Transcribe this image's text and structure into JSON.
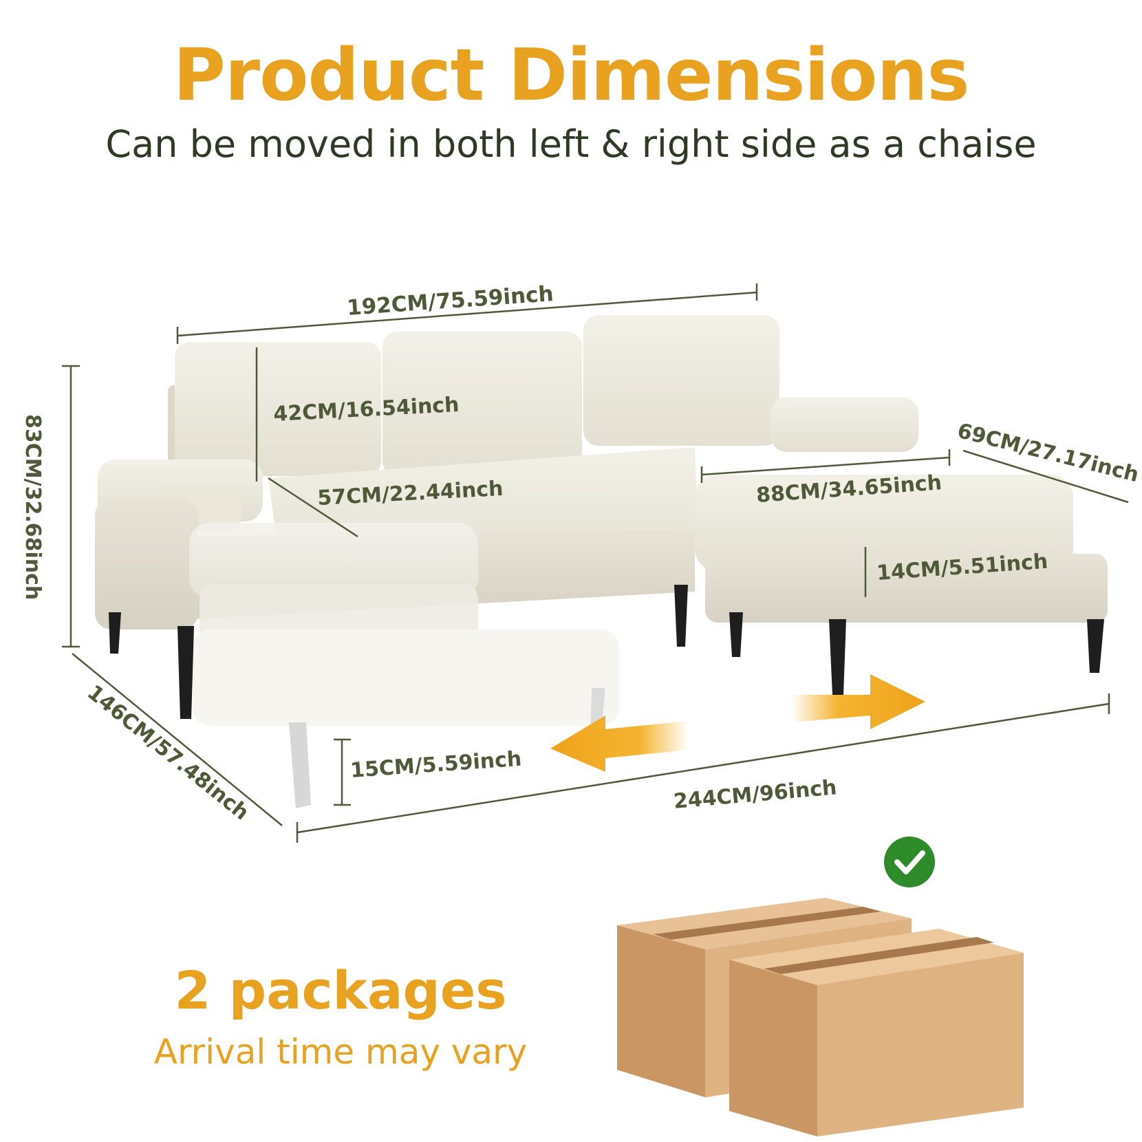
{
  "header": {
    "title": "Product Dimensions",
    "subtitle": "Can be moved in both left & right side as a chaise"
  },
  "dimensions": {
    "overall_width": "192CM/75.59inch",
    "back_cushion_height": "42CM/16.54inch",
    "seat_depth": "57CM/22.44inch",
    "chaise_width": "88CM/34.65inch",
    "chaise_depth": "69CM/27.17inch",
    "seat_cushion_thickness": "14CM/5.51inch",
    "total_height": "83CM/32.68inch",
    "total_depth": "146CM/57.48inch",
    "leg_height": "15CM/5.59inch",
    "total_length": "244CM/96inch"
  },
  "packages": {
    "title": "2 packages",
    "subtitle": "Arrival time may vary"
  },
  "colors": {
    "accent": "#e8a21f",
    "label": "#4e5a37",
    "fabric": "#ece8dc",
    "box": "#dfb282",
    "check": "#2e8b2a"
  },
  "icons": [
    "check-icon",
    "arrow-left-icon",
    "arrow-right-icon",
    "box-icon"
  ]
}
